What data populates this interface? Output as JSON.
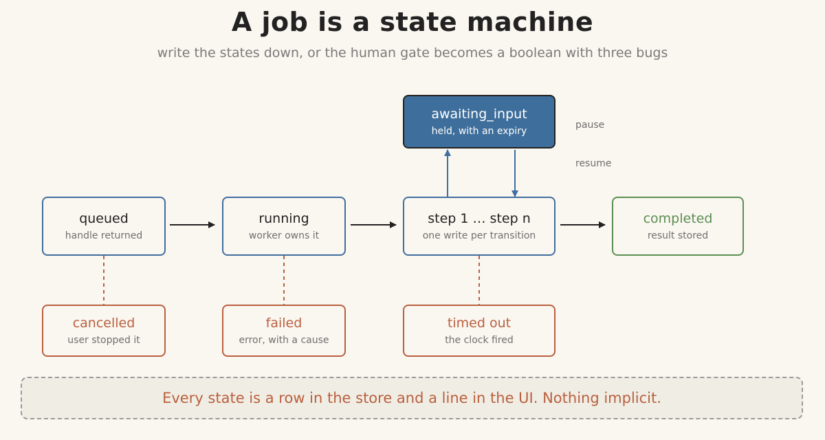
{
  "header": {
    "title": "A job is a state machine",
    "subtitle": "write the states down, or the human gate becomes a boolean with three bugs"
  },
  "nodes": {
    "queued": {
      "name": "queued",
      "desc": "handle returned"
    },
    "running": {
      "name": "running",
      "desc": "worker owns it"
    },
    "steps": {
      "name": "step 1 … step n",
      "desc": "one write per transition"
    },
    "completed": {
      "name": "completed",
      "desc": "result stored"
    },
    "awaiting": {
      "name": "awaiting_input",
      "desc": "held, with an expiry"
    },
    "cancelled": {
      "name": "cancelled",
      "desc": "user stopped it"
    },
    "failed": {
      "name": "failed",
      "desc": "error, with a cause"
    },
    "timed_out": {
      "name": "timed out",
      "desc": "the clock fired"
    }
  },
  "edges": {
    "pause_label": "pause",
    "resume_label": "resume"
  },
  "footer": {
    "note": "Every state is a row in the store and a line in the UI. Nothing implicit."
  },
  "colors": {
    "blue": "#3f6ea0",
    "green": "#5b8f52",
    "red": "#b9603f",
    "dark_fill": "#3e6e9b",
    "background": "#faf6f0"
  }
}
